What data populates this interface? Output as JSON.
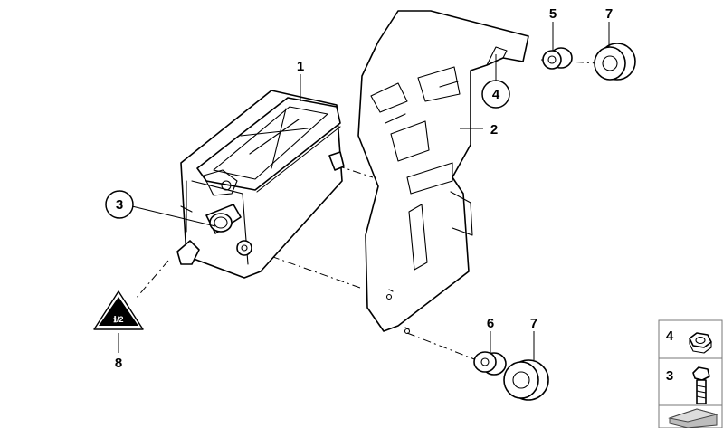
{
  "callouts": {
    "p1": "1",
    "p2": "2",
    "p3": "3",
    "p4": "4",
    "p5": "5",
    "p6": "6",
    "p7_top": "7",
    "p7_bottom": "7",
    "p8": "8"
  },
  "warning_label": {
    "text": "ℹ/2"
  },
  "legend": {
    "items": [
      {
        "number": "4",
        "icon": "hex-nut-icon"
      },
      {
        "number": "3",
        "icon": "hex-bolt-icon"
      },
      {
        "number": "",
        "icon": "shim-plate-icon"
      }
    ]
  }
}
